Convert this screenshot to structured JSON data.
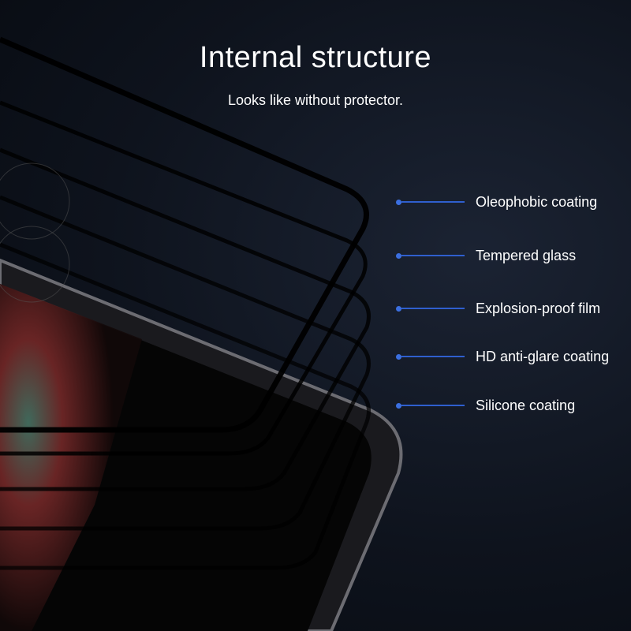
{
  "header": {
    "title": "Internal structure",
    "subtitle": "Looks like without protector."
  },
  "layers": [
    {
      "label": "Oleophobic coating"
    },
    {
      "label": "Tempered glass"
    },
    {
      "label": "Explosion-proof film"
    },
    {
      "label": "HD anti-glare coating"
    },
    {
      "label": "Silicone coating"
    }
  ],
  "colors": {
    "accent": "#3b6fe0",
    "background": "#0e131d"
  }
}
